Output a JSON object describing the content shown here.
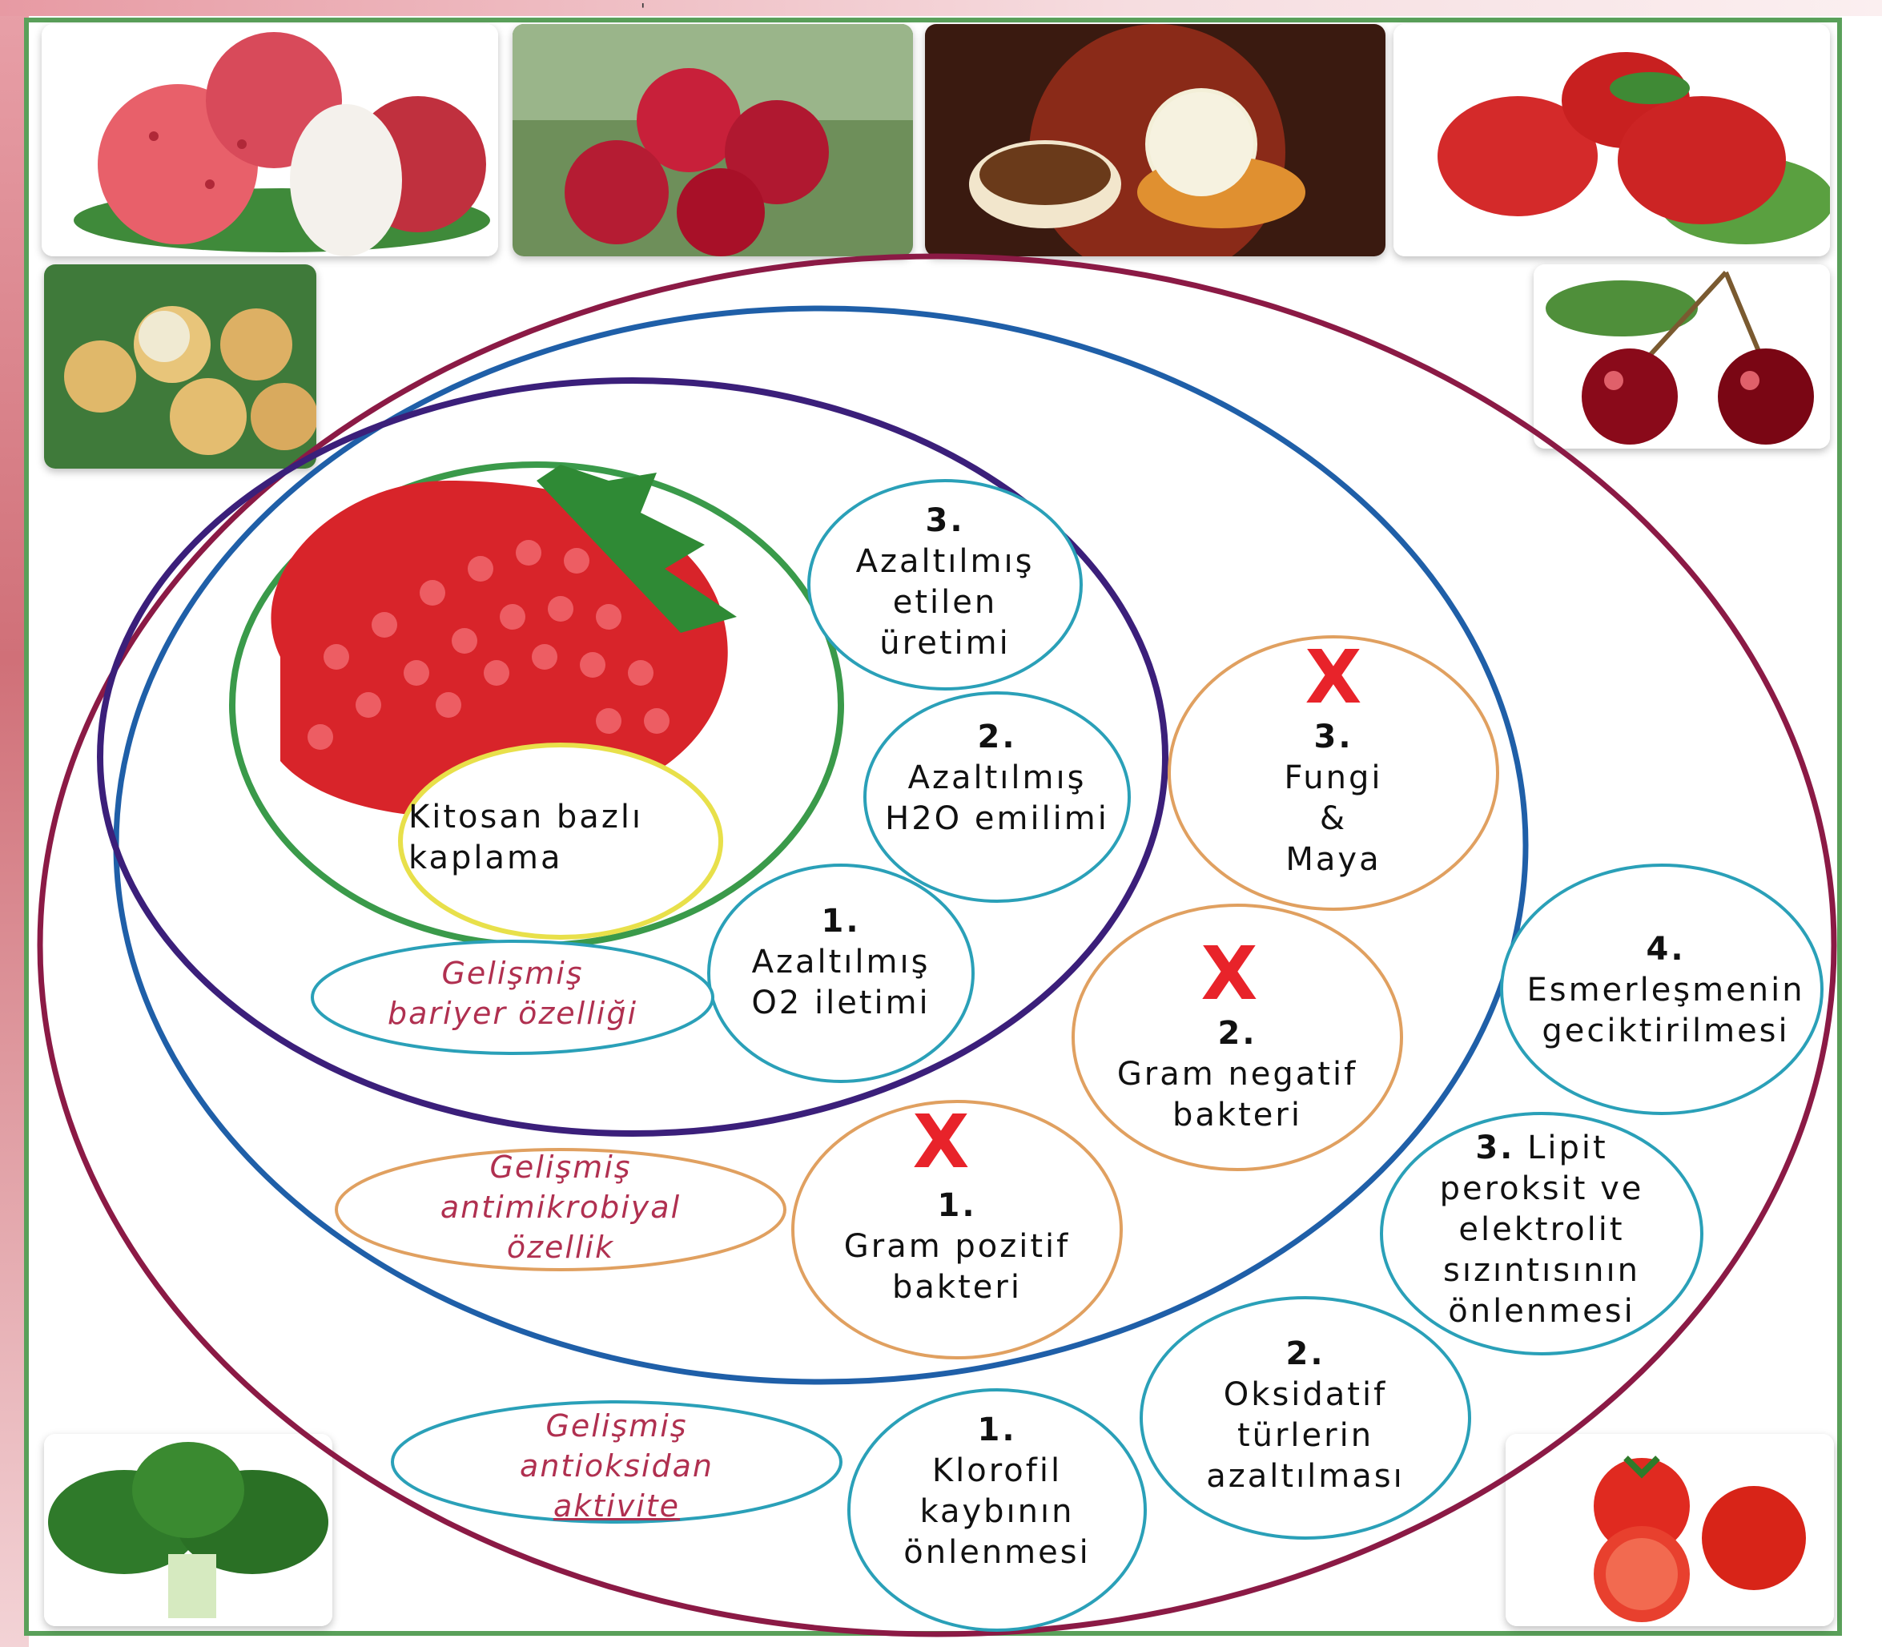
{
  "top_fragment": "'",
  "center": {
    "coating_line1": "Kitosan bazlı",
    "coating_line2": "kaplama"
  },
  "barrier": {
    "title_line1": "Gelişmiş",
    "title_line2": "bariyer özelliği",
    "items": [
      {
        "num": "1.",
        "line1": "Azaltılmış",
        "line2": "O2 iletimi"
      },
      {
        "num": "2.",
        "line1": "Azaltılmış",
        "line2": "H2O emilimi"
      },
      {
        "num": "3.",
        "line1": "Azaltılmış",
        "line2": "etilen",
        "line3": "üretimi"
      }
    ]
  },
  "antimicrobial": {
    "title_line1": "Gelişmiş",
    "title_line2": "antimikrobiyal",
    "title_line3": "özellik",
    "mark": "X",
    "items": [
      {
        "num": "1.",
        "line1": "Gram pozitif",
        "line2": "bakteri"
      },
      {
        "num": "2.",
        "line1": "Gram negatif",
        "line2": "bakteri"
      },
      {
        "num": "3.",
        "line1": "Fungi",
        "line2": "&",
        "line3": "Maya"
      }
    ]
  },
  "antioxidant": {
    "title_line1": "Gelişmiş",
    "title_line2": "antioksidan",
    "title_line3": "aktivite",
    "items": [
      {
        "num": "1.",
        "line1": "Klorofil",
        "line2": "kaybının",
        "line3": "önlenmesi"
      },
      {
        "num": "2.",
        "line1": "Oksidatif",
        "line2": "türlerin",
        "line3": "azaltılması"
      },
      {
        "num": "3.",
        "line1": "Lipit",
        "line2": "peroksit ve",
        "line3": "elektrolit",
        "line4": "sızıntısının",
        "line5": "önlenmesi"
      },
      {
        "num": "4.",
        "line1": "Esmerleşmenin",
        "line2": "geciktirilmesi"
      }
    ]
  },
  "colors": {
    "outer_ring": "#8b1a45",
    "middle_ring": "#1f5fa8",
    "inner_ring": "#3b1f7a",
    "coating_ring": "#3a9a4a",
    "coating_fill_border": "#e8e04a",
    "barrier_circle": "#2aa0b8",
    "antimicrobial_circle": "#e0a060",
    "x_mark": "#e8232a",
    "italic_text": "#b03050"
  },
  "icons": [
    "lychee-photo",
    "raspberry-photo",
    "rambutan-photo",
    "strawberries-photo",
    "longan-photo",
    "cherries-photo",
    "bok-choy-photo",
    "tomatoes-photo",
    "strawberry-illustration"
  ]
}
